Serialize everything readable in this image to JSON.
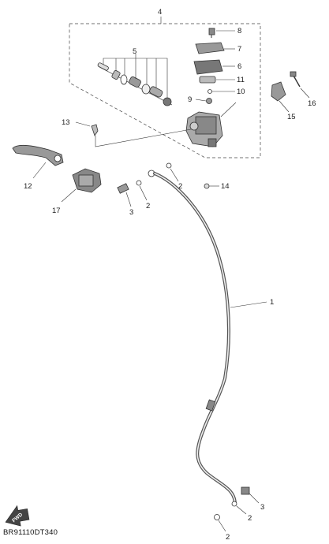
{
  "diagram": {
    "callouts": {
      "c1": "1",
      "c2a": "2",
      "c2b": "2",
      "c2c": "2",
      "c2d": "2",
      "c3a": "3",
      "c3b": "3",
      "c4": "4",
      "c5": "5",
      "c6": "6",
      "c7": "7",
      "c8": "8",
      "c9": "9",
      "c10": "10",
      "c11": "11",
      "c12": "12",
      "c13": "13",
      "c14": "14",
      "c15": "15",
      "c16": "16",
      "c17": "17"
    },
    "fwd_label": "FWD",
    "drawing_code": "BR91110DT340"
  }
}
